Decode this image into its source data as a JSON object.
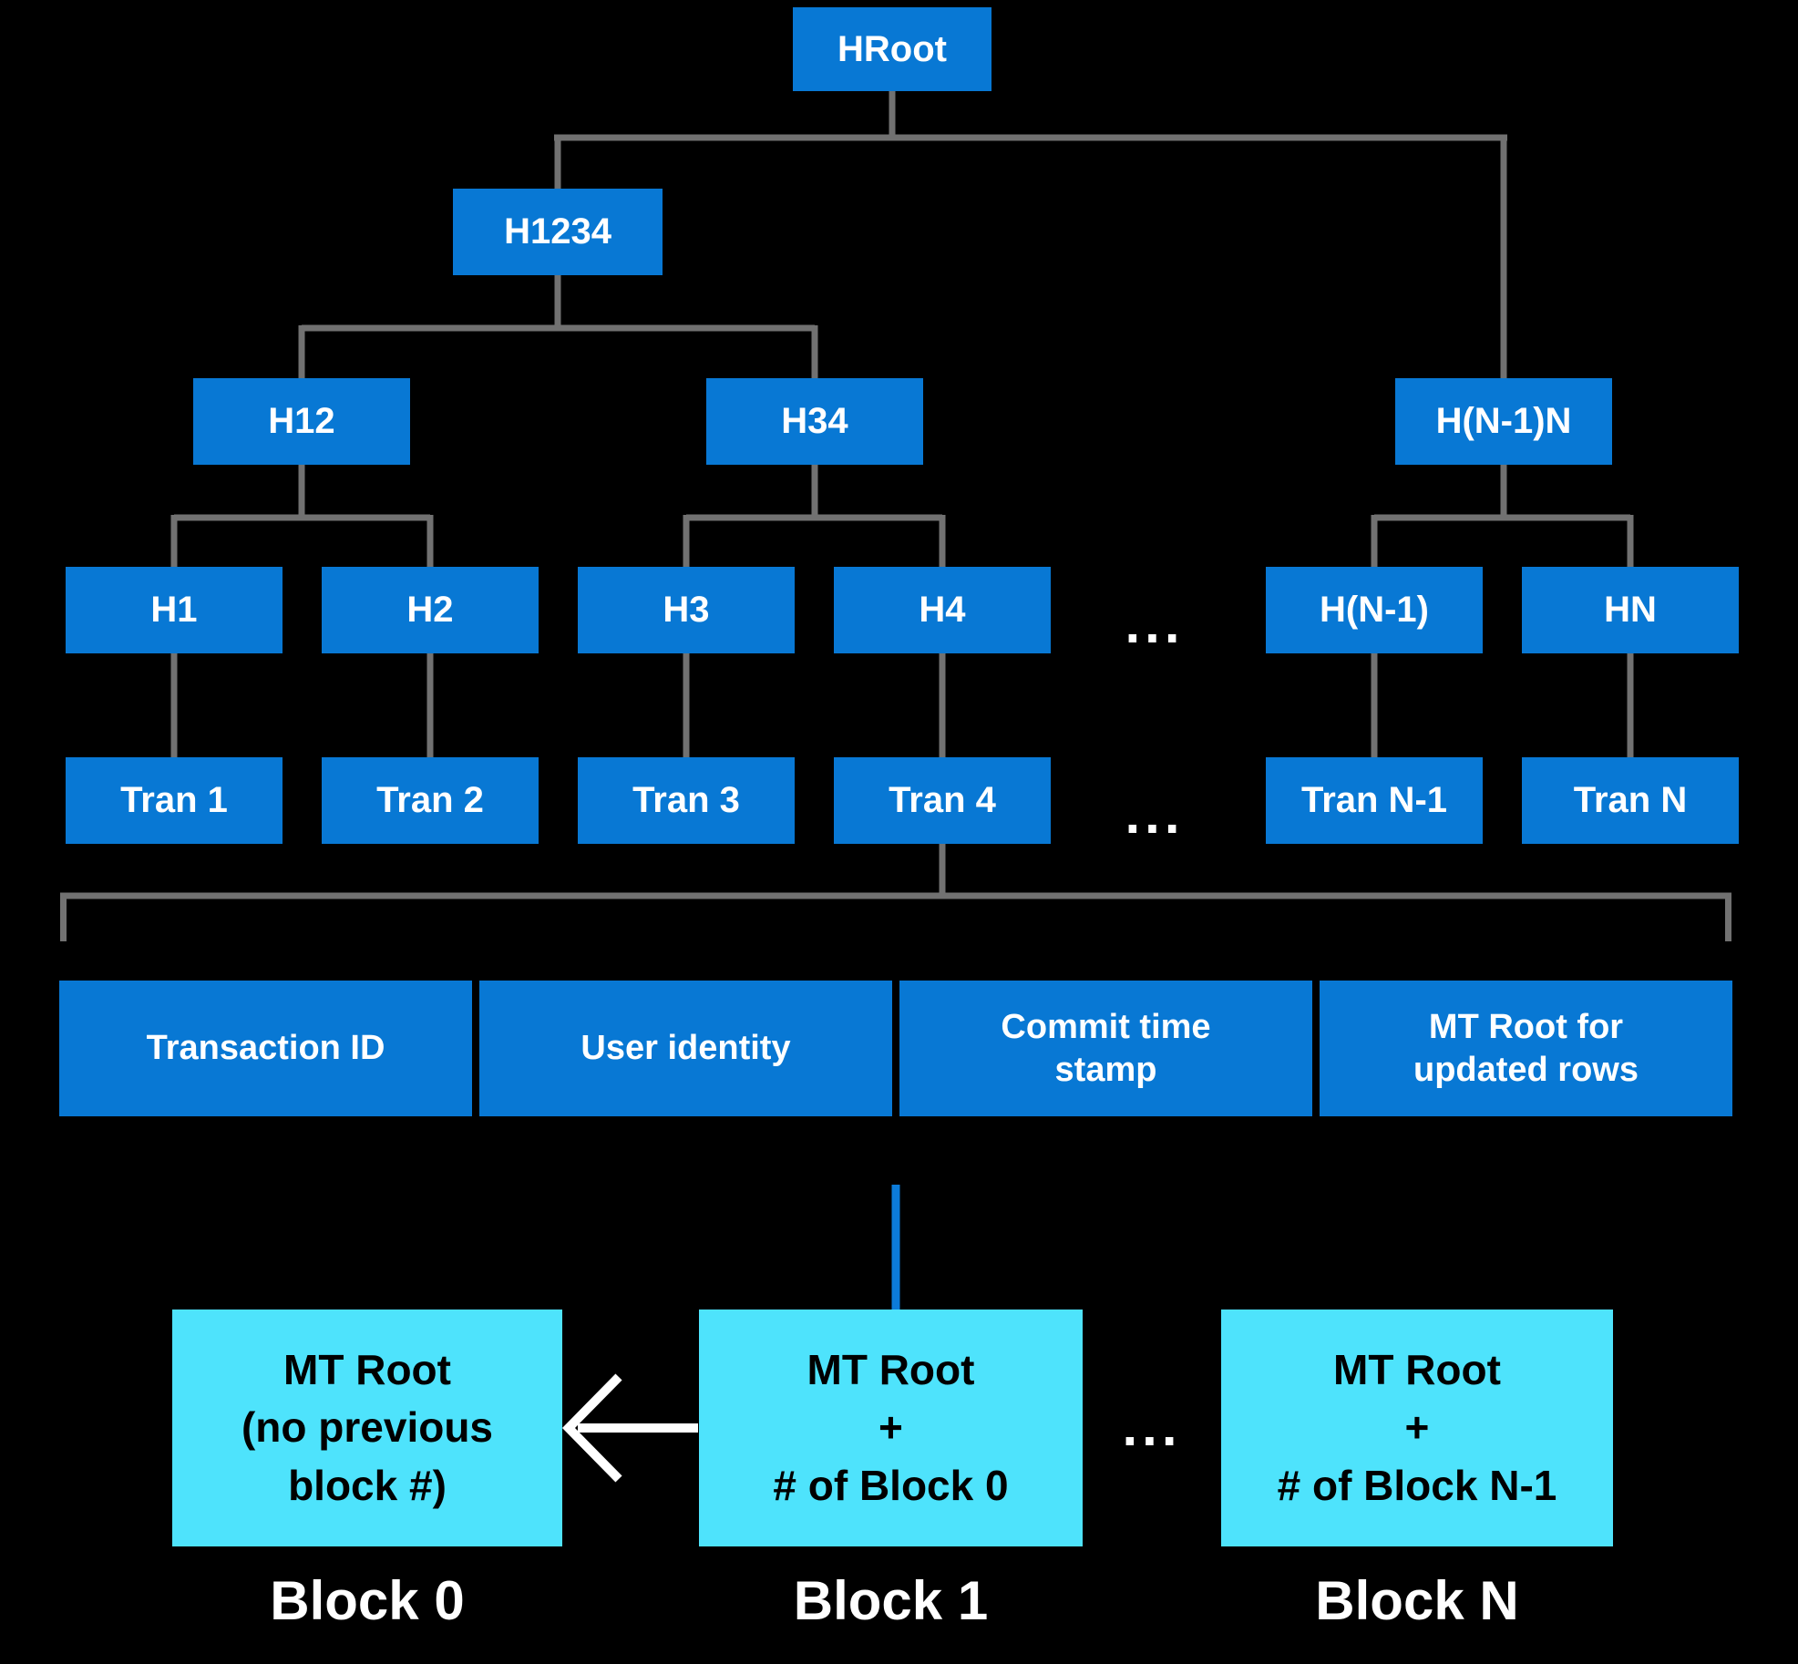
{
  "diagram": {
    "colors": {
      "background": "#000000",
      "node_blue": "#0878D4",
      "block_cyan": "#4EE3FC",
      "connector_gray": "#717171",
      "link_line_blue": "#0C7BD9",
      "arrow_white": "#FFFFFF",
      "text_on_blue": "#FFFFFF",
      "text_on_cyan": "#000000"
    },
    "tree": {
      "root": "HRoot",
      "level1": "H1234",
      "level2": [
        "H12",
        "H34",
        "H(N-1)N"
      ],
      "hashes": [
        "H1",
        "H2",
        "H3",
        "H4",
        "H(N-1)",
        "HN"
      ],
      "hashes_ellipsis": "...",
      "transactions": [
        "Tran 1",
        "Tran 2",
        "Tran 3",
        "Tran 4",
        "Tran N-1",
        "Tran N"
      ],
      "transactions_ellipsis": "..."
    },
    "transaction_detail": {
      "fields": [
        "Transaction ID",
        "User identity",
        "Commit time\nstamp",
        "MT Root for\nupdated rows"
      ]
    },
    "blocks": {
      "ellipsis": "...",
      "items": [
        {
          "content": "MT Root\n(no previous\nblock #)",
          "label": "Block 0"
        },
        {
          "content": "MT Root\n+\n# of Block 0",
          "label": "Block 1"
        },
        {
          "content": "MT Root\n+\n# of Block N-1",
          "label": "Block N"
        }
      ]
    }
  }
}
